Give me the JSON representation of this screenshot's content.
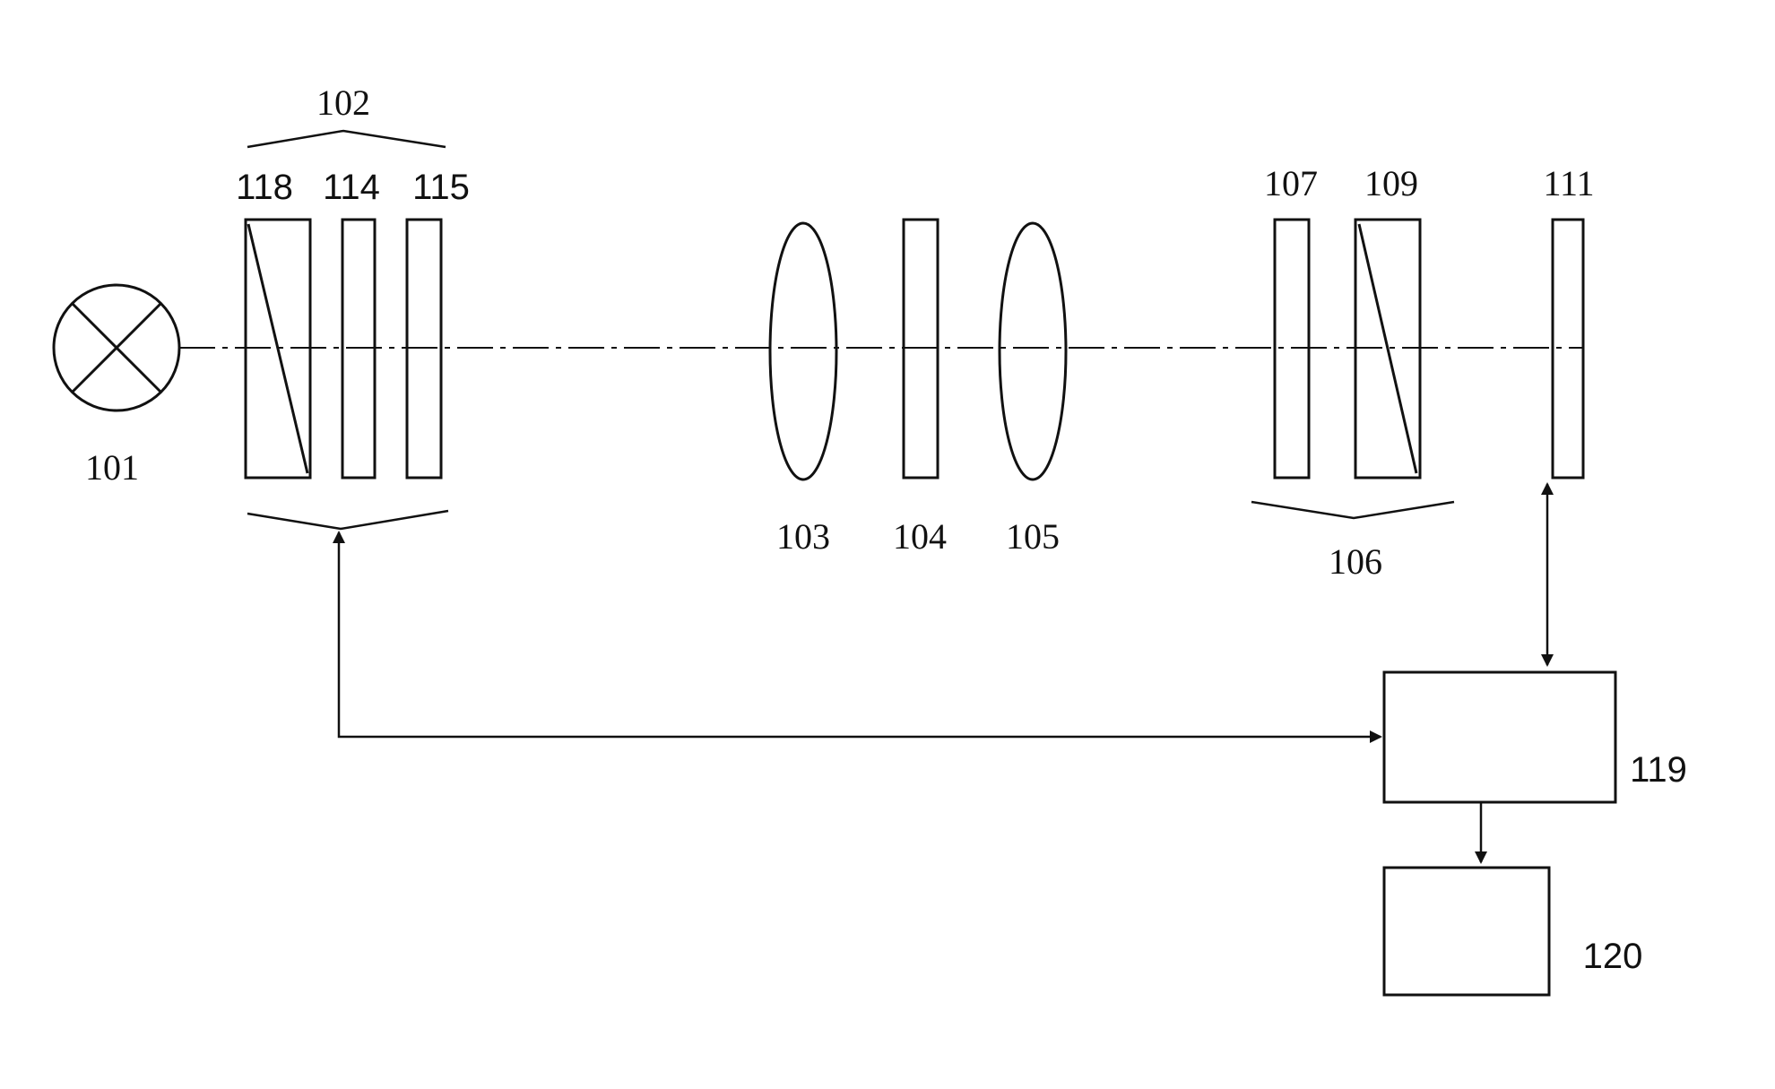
{
  "labels": {
    "light_source": "101",
    "group_102": "102",
    "polarizer_118": "118",
    "element_114": "114",
    "element_115": "115",
    "lens_103": "103",
    "sample_104": "104",
    "lens_105": "105",
    "group_106": "106",
    "element_107": "107",
    "analyzer_109": "109",
    "detector_111": "111",
    "controller_119": "119",
    "output_120": "120"
  }
}
